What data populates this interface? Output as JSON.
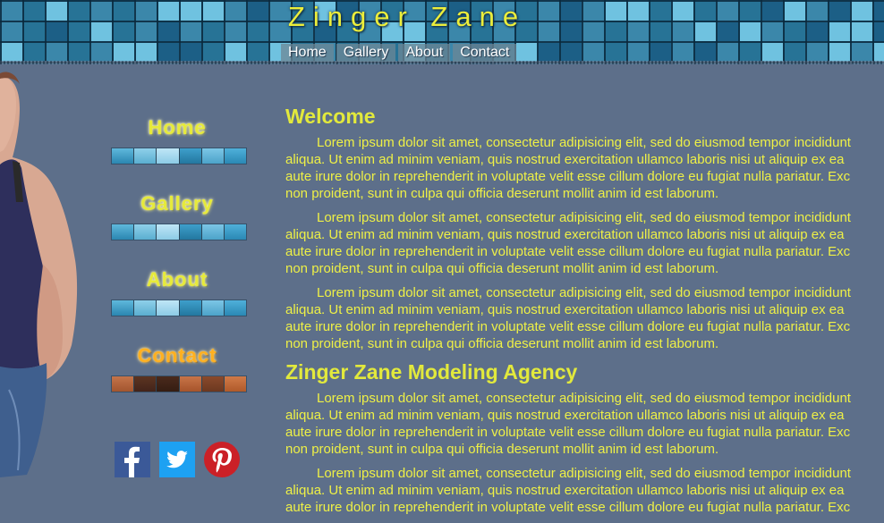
{
  "header": {
    "site_title": "Zinger Zane",
    "nav": [
      "Home",
      "Gallery",
      "About",
      "Contact"
    ]
  },
  "sidebar": {
    "items": [
      {
        "label": "Home",
        "tile_style": "blue"
      },
      {
        "label": "Gallery",
        "tile_style": "blue"
      },
      {
        "label": "About",
        "tile_style": "blue"
      },
      {
        "label": "Contact",
        "tile_style": "brown"
      }
    ],
    "social": [
      "facebook-icon",
      "twitter-icon",
      "pinterest-icon"
    ]
  },
  "main": {
    "sections": [
      {
        "heading": "Welcome",
        "paragraphs": [
          [
            "Lorem ipsum dolor sit amet, consectetur adipisicing elit, sed do eiusmod tempor incididunt",
            "aliqua. Ut enim ad minim veniam, quis nostrud exercitation ullamco laboris nisi ut aliquip ex ea",
            "aute irure dolor in reprehenderit in voluptate velit esse cillum dolore eu fugiat nulla pariatur. Exc",
            "non proident, sunt in culpa qui officia deserunt mollit anim id est laborum."
          ],
          [
            "Lorem ipsum dolor sit amet, consectetur adipisicing elit, sed do eiusmod tempor incididunt",
            "aliqua. Ut enim ad minim veniam, quis nostrud exercitation ullamco laboris nisi ut aliquip ex ea",
            "aute irure dolor in reprehenderit in voluptate velit esse cillum dolore eu fugiat nulla pariatur. Exc",
            "non proident, sunt in culpa qui officia deserunt mollit anim id est laborum."
          ],
          [
            "Lorem ipsum dolor sit amet, consectetur adipisicing elit, sed do eiusmod tempor incididunt",
            "aliqua. Ut enim ad minim veniam, quis nostrud exercitation ullamco laboris nisi ut aliquip ex ea",
            "aute irure dolor in reprehenderit in voluptate velit esse cillum dolore eu fugiat nulla pariatur. Exc",
            "non proident, sunt in culpa qui officia deserunt mollit anim id est laborum."
          ]
        ]
      },
      {
        "heading": "Zinger Zane Modeling Agency",
        "paragraphs": [
          [
            "Lorem ipsum dolor sit amet, consectetur adipisicing elit, sed do eiusmod tempor incididunt",
            "aliqua. Ut enim ad minim veniam, quis nostrud exercitation ullamco laboris nisi ut aliquip ex ea",
            "aute irure dolor in reprehenderit in voluptate velit esse cillum dolore eu fugiat nulla pariatur. Exc",
            "non proident, sunt in culpa qui officia deserunt mollit anim id est laborum."
          ],
          [
            "Lorem ipsum dolor sit amet, consectetur adipisicing elit, sed do eiusmod tempor incididunt",
            "aliqua. Ut enim ad minim veniam, quis nostrud exercitation ullamco laboris nisi ut aliquip ex ea",
            "aute irure dolor in reprehenderit in voluptate velit esse cillum dolore eu fugiat nulla pariatur. Exc"
          ]
        ]
      }
    ]
  },
  "colors": {
    "background": "#5d6f8a",
    "heading": "#e2e93c",
    "text": "#eef046",
    "contact_accent": "#ffb020"
  }
}
